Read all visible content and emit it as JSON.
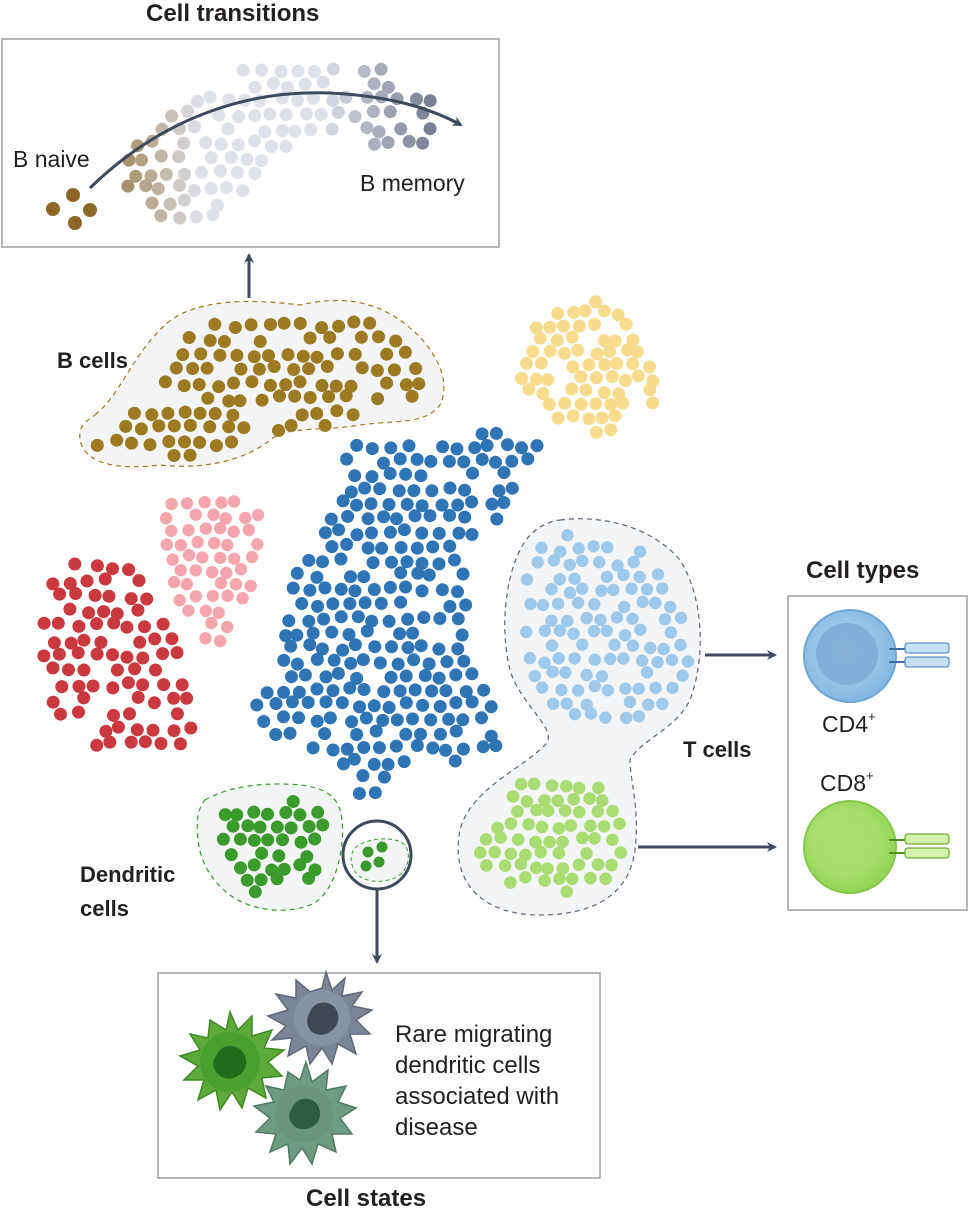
{
  "titles": {
    "cell_transitions": "Cell transitions",
    "cell_types": "Cell types",
    "cell_states": "Cell states"
  },
  "transitions": {
    "start_label": "B naive",
    "end_label": "B memory"
  },
  "clusters": {
    "b_cells": "B cells",
    "t_cells": "T cells",
    "dendritic_line1": "Dendritic",
    "dendritic_line2": "cells"
  },
  "cell_types": {
    "cd4": "CD4",
    "cd8": "CD8",
    "superscript": "+"
  },
  "cell_states": {
    "note_lines": [
      "Rare migrating",
      "dendritic cells",
      "associated with",
      "disease"
    ]
  },
  "colors": {
    "b_cells": "#9c7a22",
    "blue_cluster": "#2f74b5",
    "red_cluster": "#c9393f",
    "pink_cluster": "#f4a6ac",
    "yellow_cluster": "#f8dc8e",
    "t_cd4": "#9fc9ea",
    "t_cd8": "#a9dc72",
    "dendritic": "#3a9a2b",
    "arrow": "#3d4a5c"
  }
}
